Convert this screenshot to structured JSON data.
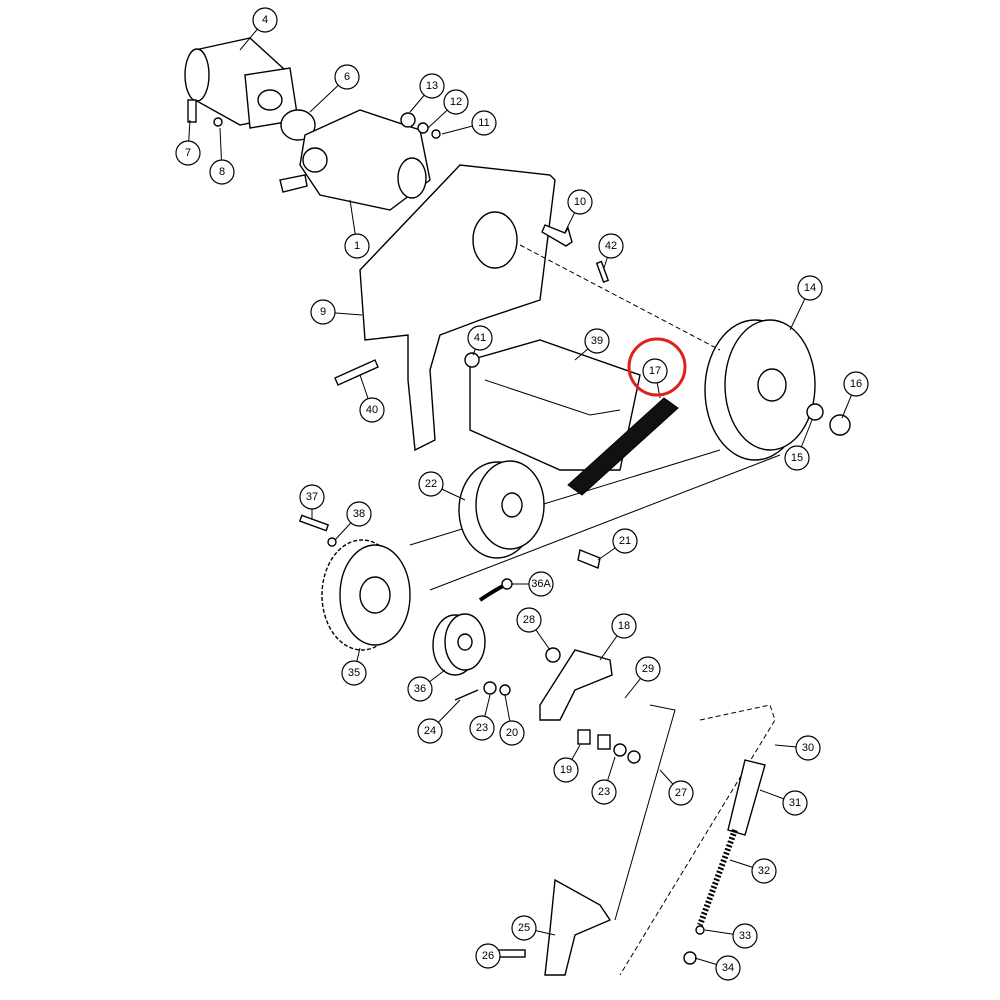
{
  "diagram": {
    "highlight_color": "#e0201b",
    "highlighted_callout": "17",
    "callouts": [
      "4",
      "6",
      "7",
      "8",
      "13",
      "12",
      "11",
      "1",
      "10",
      "42",
      "9",
      "14",
      "41",
      "39",
      "17",
      "16",
      "40",
      "15",
      "22",
      "37",
      "38",
      "21",
      "36A",
      "35",
      "28",
      "18",
      "36",
      "29",
      "24",
      "23",
      "20",
      "19",
      "23",
      "30",
      "31",
      "27",
      "32",
      "33",
      "25",
      "26",
      "34"
    ]
  }
}
